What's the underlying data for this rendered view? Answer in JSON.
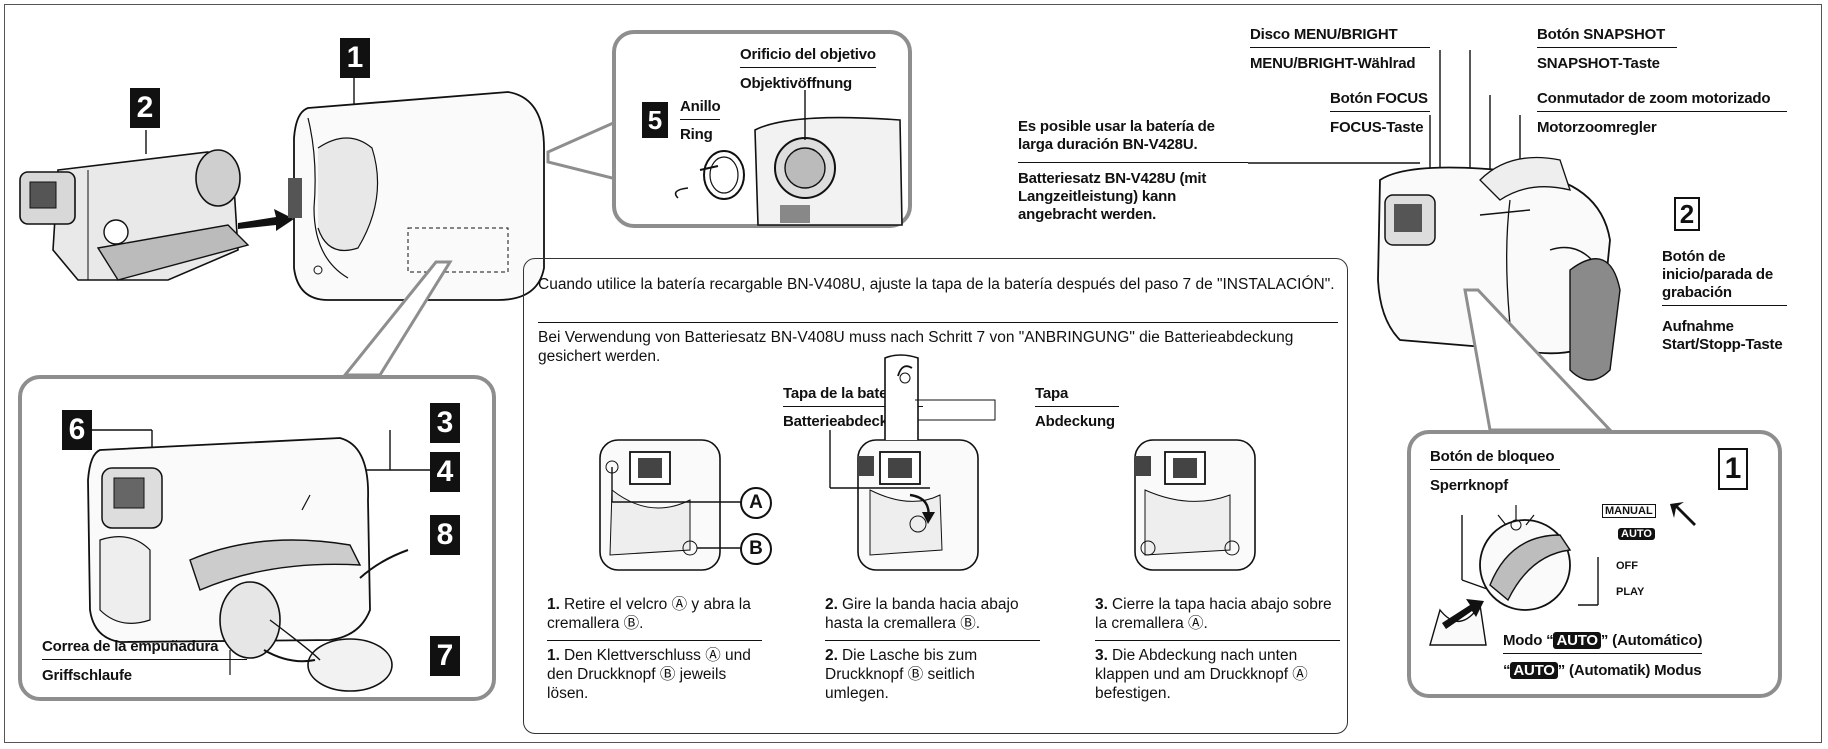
{
  "numbers": {
    "n1": "1",
    "n2": "2",
    "n3": "3",
    "n4": "4",
    "n5": "5",
    "n6": "6",
    "n7": "7",
    "n8": "8",
    "right2": "2",
    "right1": "1"
  },
  "lens_inset": {
    "lens_es": "Orificio del objetivo",
    "lens_de": "Objektivöffnung",
    "ring_es": "Anillo",
    "ring_de": "Ring"
  },
  "strap_panel": {
    "strap_es": "Correa de la empuñadura",
    "strap_de": "Griffschlaufe"
  },
  "battery_note": {
    "es_line": "Es posible usar la batería de larga duración BN-V428U.",
    "de_line": "Batteriesatz BN-V428U (mit Langzeitleistung) kann angebracht werden."
  },
  "center_box": {
    "para_es": "Cuando utilice la batería recargable BN-V408U, ajuste la tapa de la batería después del paso 7 de \"INSTALACIÓN\".",
    "para_de": "Bei Verwendung von Batteriesatz BN-V408U muss nach Schritt 7 von \"ANBRINGUNG\" die Batterieabdeckung gesichert werden.",
    "tapa_bateria_es": "Tapa de la batería",
    "tapa_bateria_de": "Batterieabdeckung",
    "tapa_es": "Tapa",
    "tapa_de": "Abdeckung",
    "marker_a": "A",
    "marker_b": "B",
    "steps": [
      {
        "num": "1.",
        "es": "Retire el velcro Ⓐ y abra la cremallera Ⓑ.",
        "de": "Den Klettverschluss Ⓐ und den Druckknopf Ⓑ jeweils lösen."
      },
      {
        "num": "2.",
        "es": "Gire la banda hacia abajo hasta la cremallera Ⓑ.",
        "de": "Die Lasche bis zum Druckknopf Ⓑ seitlich umlegen."
      },
      {
        "num": "3.",
        "es": "Cierre la tapa hacia abajo sobre la cremallera Ⓐ.",
        "de": "Die Abdeckung nach unten klappen und am Druckknopf Ⓐ befestigen."
      }
    ]
  },
  "right_labels": {
    "menu_es": "Disco MENU/BRIGHT",
    "menu_de": "MENU/BRIGHT-Wählrad",
    "snapshot_es": "Botón SNAPSHOT",
    "snapshot_de": "SNAPSHOT-Taste",
    "focus_es": "Botón FOCUS",
    "focus_de": "FOCUS-Taste",
    "zoom_es": "Conmutador de zoom motorizado",
    "zoom_de": "Motorzoomregler",
    "rec_es": "Botón de inicio/parada de grabación",
    "rec_de": "Aufnahme Start/Stopp-Taste"
  },
  "lock_panel": {
    "lock_es": "Botón de bloqueo",
    "lock_de": "Sperrknopf",
    "manual": "MANUAL",
    "auto": "AUTO",
    "off": "OFF",
    "play": "PLAY",
    "mode_es_pre": "Modo “",
    "mode_es_post": "” (Automático)",
    "mode_de_pre": "“",
    "mode_de_post": "” (Automatik) Modus"
  },
  "colors": {
    "panel_border": "#8e8e8e",
    "ink": "#111111"
  }
}
